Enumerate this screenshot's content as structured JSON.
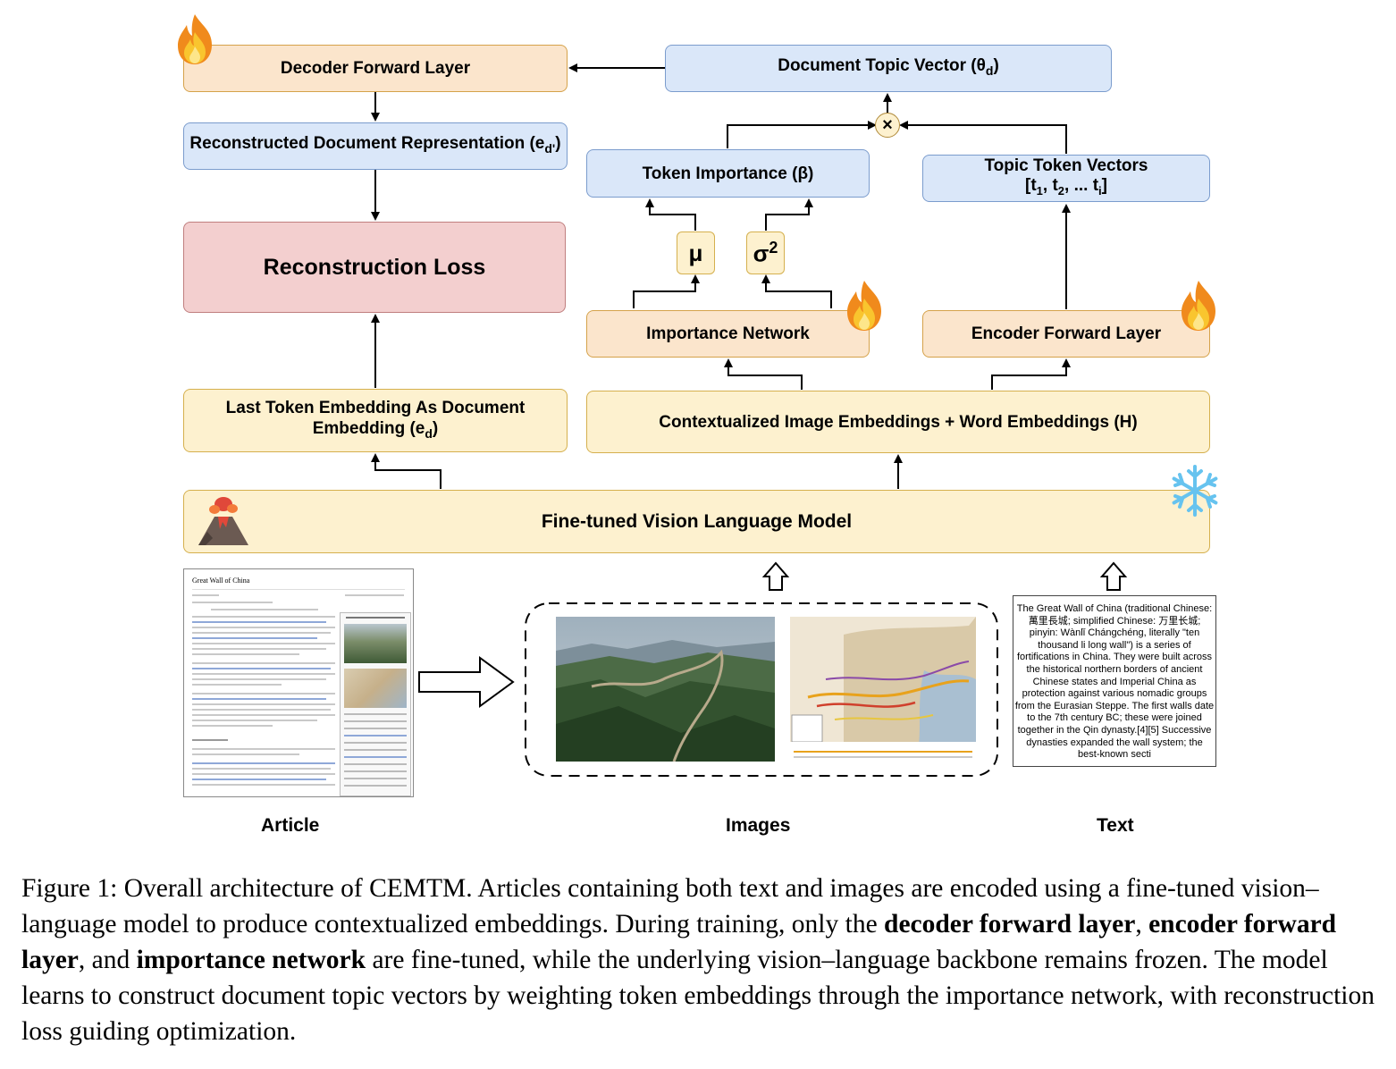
{
  "nodes": {
    "decoder_forward_layer": "Decoder Forward Layer",
    "document_topic_vector": "Document Topic Vector (θ",
    "document_topic_vector_sub": "d",
    "document_topic_vector_close": ")",
    "reconstructed_doc_rep": "Reconstructed Document Representation (e",
    "reconstructed_doc_rep_sub": "d'",
    "reconstructed_doc_rep_close": ")",
    "reconstruction_loss": "Reconstruction Loss",
    "token_importance": "Token Importance (β)",
    "topic_token_vectors_line1": "Topic Token Vectors",
    "topic_token_vectors_line2_a": "[t",
    "topic_token_vectors_line2_sub1": "1",
    "topic_token_vectors_line2_b": ", t",
    "topic_token_vectors_line2_sub2": "2",
    "topic_token_vectors_line2_c": ", ... t",
    "topic_token_vectors_line2_sub3": "i",
    "topic_token_vectors_line2_d": "]",
    "mu": "μ",
    "sigma": "σ",
    "sigma_sup": "2",
    "multiply": "×",
    "importance_network": "Importance Network",
    "encoder_forward_layer": "Encoder Forward Layer",
    "last_token_embedding_line1": "Last Token Embedding As Document",
    "last_token_embedding_line2": "Embedding (e",
    "last_token_embedding_sub": "d",
    "last_token_embedding_close": ")",
    "contextualized_embeddings": "Contextualized Image Embeddings + Word Embeddings (H)",
    "vlm": "Fine-tuned Vision Language Model"
  },
  "inputs": {
    "article_label": "Article",
    "images_label": "Images",
    "text_label": "Text",
    "article_title": "Great Wall of China",
    "text_excerpt": "The Great Wall of China (traditional Chinese: 萬里長城; simplified Chinese: 万里长城; pinyin: Wànlǐ Chángchéng, literally \"ten thousand li long wall\") is a series of fortifications in China. They were built across the historical northern borders of ancient Chinese states and Imperial China as protection against various nomadic groups from the Eurasian Steppe. The first walls date to the 7th century BC; these were joined together in the Qin dynasty.[4][5] Successive dynasties expanded the wall system; the best-known secti"
  },
  "icons": {
    "trainable": "fire-icon",
    "frozen": "snowflake-icon",
    "finetuned": "volcano-icon"
  },
  "caption": {
    "prefix": "Figure 1: Overall architecture of CEMTM. Articles containing both text and images are encoded using a fine-tuned vision–language model to produce contextualized embeddings. During training, only the ",
    "bold1": "decoder forward layer",
    "mid1": ", ",
    "bold2": "encoder forward layer",
    "mid2": ", and ",
    "bold3": "importance network",
    "suffix": " are fine-tuned, while the underlying vision–language backbone remains frozen. The model learns to construct document topic vectors by weighting token embeddings through the importance network, with reconstruction loss guiding optimization."
  },
  "colors": {
    "orange_fill": "#fbe5cc",
    "blue_fill": "#dae7f9",
    "yellow_fill": "#fdf1cf",
    "red_fill": "#f3cfcf"
  }
}
